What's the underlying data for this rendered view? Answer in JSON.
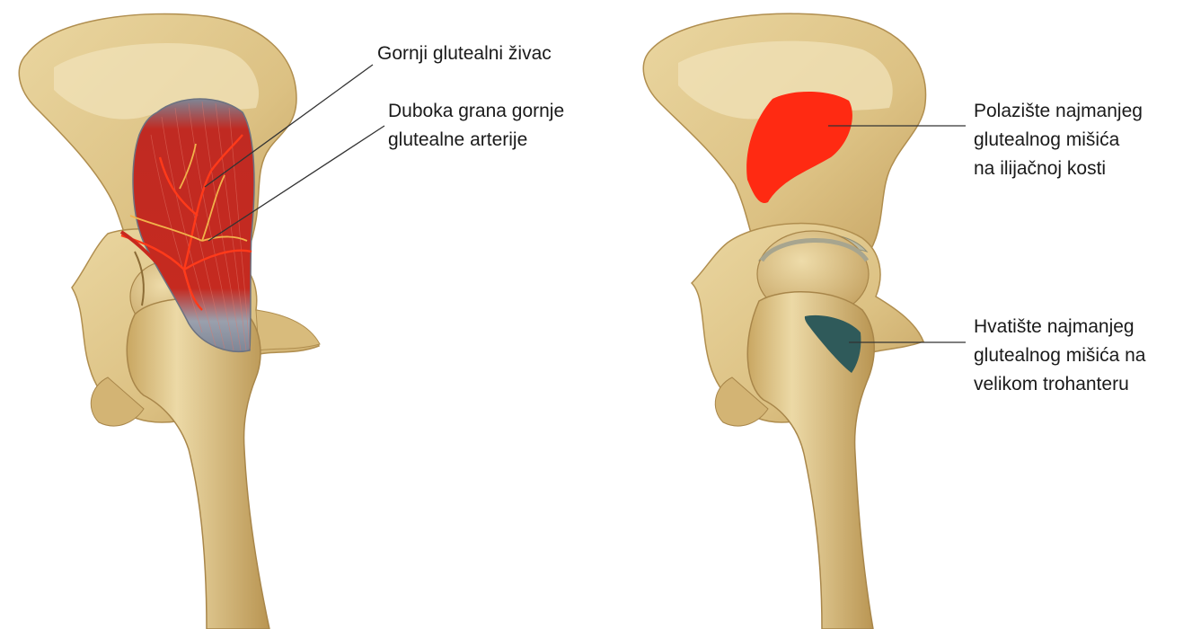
{
  "labels": {
    "superior_gluteal_nerve": "Gornji glutealni živac",
    "artery_line1": "Duboka grana gornje",
    "artery_line2": "glutealne arterije",
    "origin_line1": "Polazište najmanjeg",
    "origin_line2": "glutealnog mišića",
    "origin_line3": "na ilijačnoj kosti",
    "insertion_line1": "Hvatište najmanjeg",
    "insertion_line2": "glutealnog mišića na",
    "insertion_line3": "velikom trohanteru"
  },
  "colors": {
    "bone": "#e2c98a",
    "bone_shadow": "#c9a762",
    "bone_dark": "#a8864a",
    "muscle": "#c8281e",
    "tendon": "#8c93a0",
    "origin_area": "#ff2a12",
    "insertion_area": "#2f5a5a",
    "cartilage": "#b9b9a2",
    "leader_line": "#333333"
  }
}
